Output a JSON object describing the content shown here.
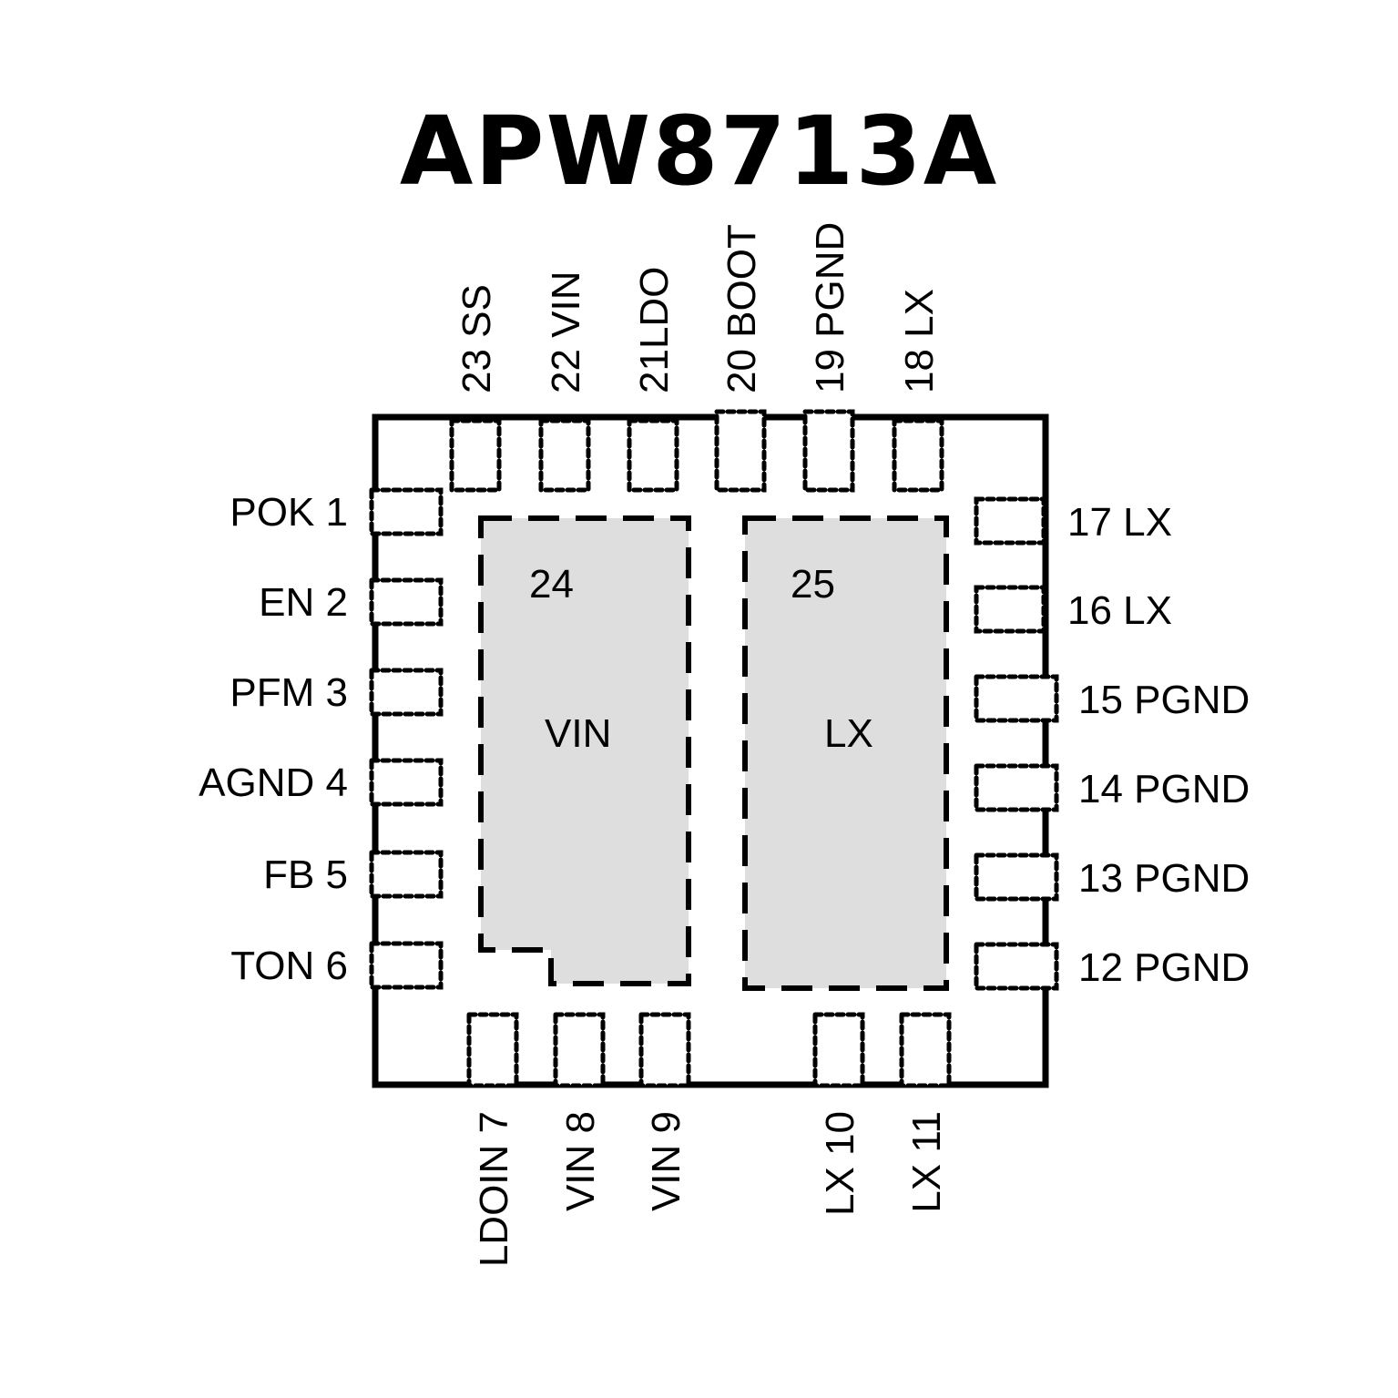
{
  "title": "APW8713A",
  "colors": {
    "outline": "#000000",
    "exposed_pad_fill": "#dedede",
    "background": "#ffffff"
  },
  "pins": {
    "left": [
      {
        "number": 1,
        "name": "POK",
        "label": "POK 1"
      },
      {
        "number": 2,
        "name": "EN",
        "label": "EN 2"
      },
      {
        "number": 3,
        "name": "PFM",
        "label": "PFM 3"
      },
      {
        "number": 4,
        "name": "AGND",
        "label": "AGND 4"
      },
      {
        "number": 5,
        "name": "FB",
        "label": "FB 5"
      },
      {
        "number": 6,
        "name": "TON",
        "label": "TON 6"
      }
    ],
    "bottom": [
      {
        "number": 7,
        "name": "LDOIN",
        "label": "LDOIN 7"
      },
      {
        "number": 8,
        "name": "VIN",
        "label": "VIN 8"
      },
      {
        "number": 9,
        "name": "VIN",
        "label": "VIN 9"
      },
      {
        "number": 10,
        "name": "LX",
        "label": "LX 10"
      },
      {
        "number": 11,
        "name": "LX",
        "label": "LX 11"
      }
    ],
    "right": [
      {
        "number": 17,
        "name": "LX",
        "label": "17 LX"
      },
      {
        "number": 16,
        "name": "LX",
        "label": "16 LX"
      },
      {
        "number": 15,
        "name": "PGND",
        "label": "15 PGND"
      },
      {
        "number": 14,
        "name": "PGND",
        "label": "14 PGND"
      },
      {
        "number": 13,
        "name": "PGND",
        "label": "13 PGND"
      },
      {
        "number": 12,
        "name": "PGND",
        "label": "12 PGND"
      }
    ],
    "top": [
      {
        "number": 23,
        "name": "SS",
        "label": "23 SS"
      },
      {
        "number": 22,
        "name": "VIN",
        "label": "22 VIN"
      },
      {
        "number": 21,
        "name": "LDO",
        "label": "21LDO"
      },
      {
        "number": 20,
        "name": "BOOT",
        "label": "20 BOOT"
      },
      {
        "number": 19,
        "name": "PGND",
        "label": "19 PGND"
      },
      {
        "number": 18,
        "name": "LX",
        "label": "18 LX"
      }
    ]
  },
  "exposed_pads": [
    {
      "number": "24",
      "name": "VIN"
    },
    {
      "number": "25",
      "name": "LX"
    }
  ]
}
